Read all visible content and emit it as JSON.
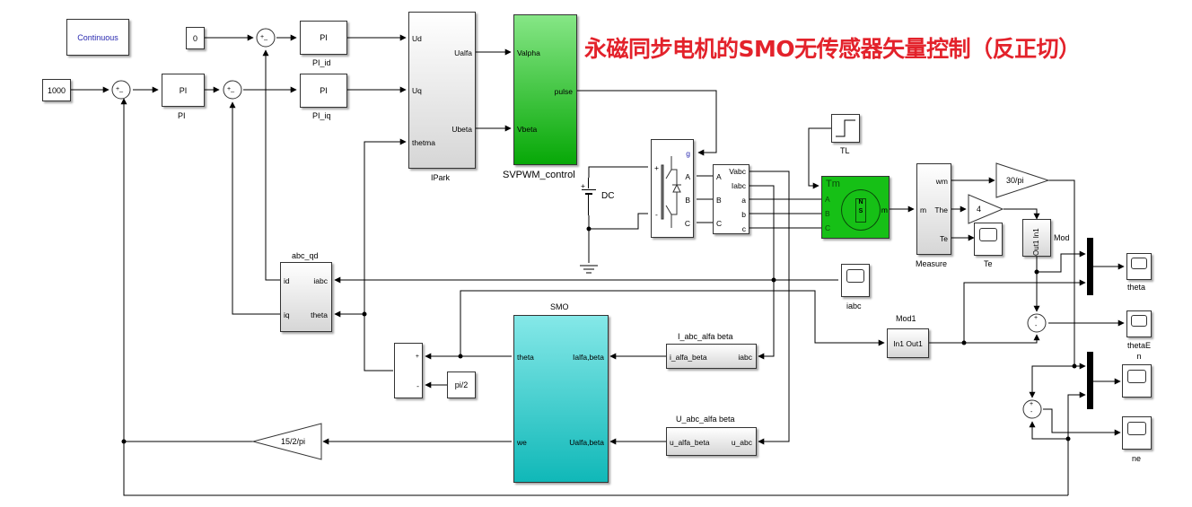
{
  "title": "永磁同步电机的SMO无传感器矢量控制（反正切）",
  "solver": "Continuous",
  "blocks": {
    "const_1000": "1000",
    "const_0": "0",
    "pi_speed": {
      "text": "PI",
      "label": "PI"
    },
    "pi_id": {
      "text": "PI",
      "label": "PI_id"
    },
    "pi_iq": {
      "text": "PI",
      "label": "PI_iq"
    },
    "sum_sign": "+_",
    "ipark": {
      "label": "IPark",
      "inputs": [
        "Ud",
        "Uq",
        "thetma"
      ],
      "outputs": [
        "Ualfa",
        "Ubeta"
      ]
    },
    "svpwm": {
      "label": "SVPWM_control",
      "inputs": [
        "Valpha",
        "Vbeta"
      ],
      "output": "pulse"
    },
    "dc": {
      "label": "DC",
      "plus": "+"
    },
    "inverter": {
      "ports_in": [
        "+",
        "-"
      ],
      "g": "g",
      "ports_out": [
        "A",
        "B",
        "C"
      ]
    },
    "vi_measure": {
      "inputs": [
        "A",
        "B",
        "C"
      ],
      "outputs": [
        "Vabc",
        "Iabc",
        "a",
        "b",
        "c"
      ]
    },
    "tl": {
      "label": "TL"
    },
    "pmsm": {
      "inputs": [
        "Tm",
        "A",
        "B",
        "C"
      ],
      "output": "m",
      "n": "N",
      "s": "S"
    },
    "measure": {
      "label": "Measure",
      "input": "m",
      "outputs": [
        "wm",
        "The",
        "Te"
      ]
    },
    "gain_30pi": "30/pi",
    "gain_4": "4",
    "scope_te": "Te",
    "mod": {
      "label": "Mod",
      "ports": "Out1 In1"
    },
    "abc_qd": {
      "label": "abc_qd",
      "outputs": [
        "id",
        "iq"
      ],
      "inputs": [
        "iabc",
        "theta"
      ]
    },
    "scope_iabc": "iabc",
    "smo": {
      "label": "SMO",
      "outputs": [
        "theta",
        "we"
      ],
      "inputs": [
        "Ialfa,beta",
        "Ualfa,beta"
      ]
    },
    "sum_pi2": {
      "plus": "+",
      "minus": "-"
    },
    "const_pi2": "pi/2",
    "i_abc_alfabeta": {
      "label": "I_abc_alfa beta",
      "out": "i_alfa_beta",
      "in": "iabc"
    },
    "u_abc_alfabeta": {
      "label": "U_abc_alfa beta",
      "out": "u_alfa_beta",
      "in": "u_abc"
    },
    "gain_15": "15/2/pi",
    "mod1": {
      "label": "Mod1",
      "ports": "In1 Out1"
    },
    "scope_theta": "theta",
    "scope_thetaen": "thetaE\nn",
    "scope_n": "",
    "scope_ne": "ne",
    "sum_small": {
      "plus": "+",
      "minus": "-"
    }
  }
}
